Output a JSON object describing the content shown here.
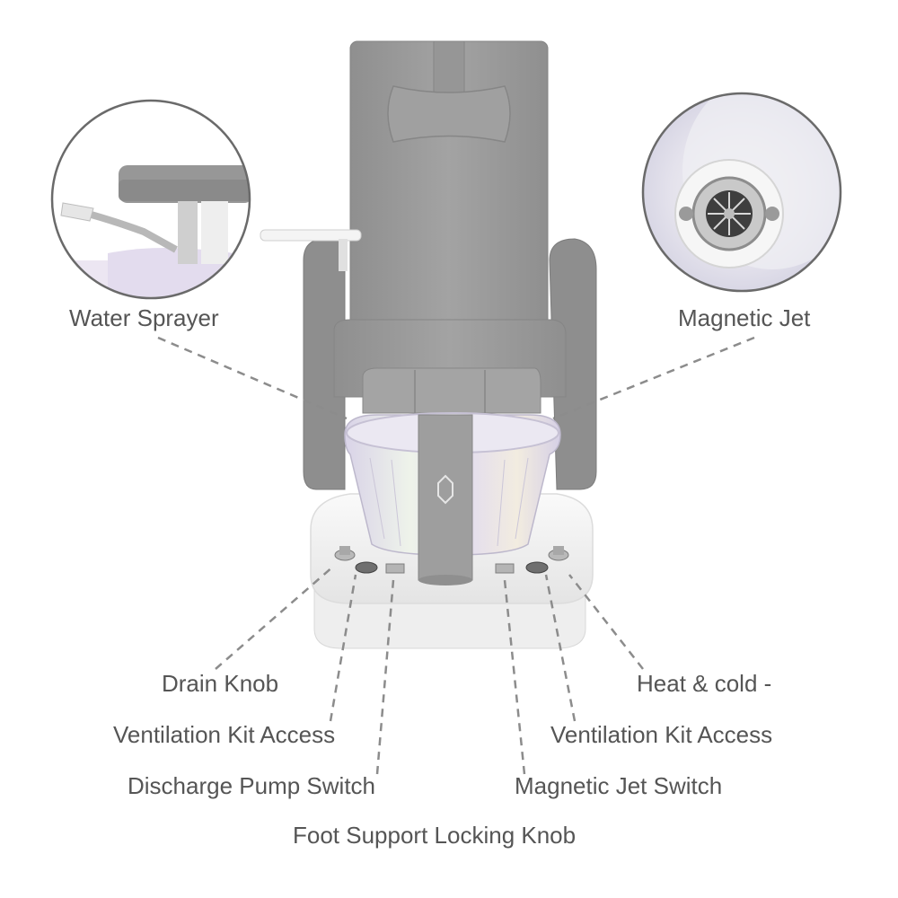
{
  "labels": {
    "water_sprayer": "Water Sprayer",
    "magnetic_jet": "Magnetic Jet",
    "drain_knob": "Drain Knob",
    "heat_cold": "Heat & cold -",
    "ventilation_kit_left": "Ventilation Kit Access",
    "ventilation_kit_right": "Ventilation Kit Access",
    "discharge_pump_switch": "Discharge Pump Switch",
    "magnetic_jet_switch": "Magnetic Jet Switch",
    "foot_support_locking_knob": "Foot Support Locking Knob"
  },
  "colors": {
    "upholstery": "#9b9b9b",
    "upholstery_dark": "#8a8a8a",
    "base": "#f2f2f2",
    "leader_line": "#8c8c8c",
    "label_text": "#555555",
    "basin_tint": "#d8d2e6"
  }
}
